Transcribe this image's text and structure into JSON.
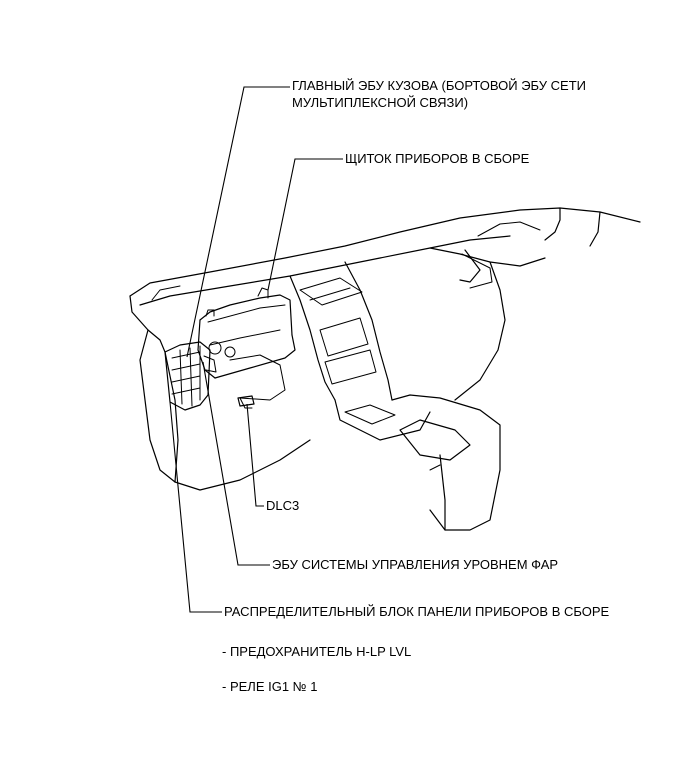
{
  "labels": {
    "body_ecu_line1": "ГЛАВНЫЙ ЭБУ КУЗОВА (БОРТОВОЙ ЭБУ СЕТИ",
    "body_ecu_line2": "МУЛЬТИПЛЕКСНОЙ СВЯЗИ)",
    "combination_meter": "ЩИТОК ПРИБОРОВ В СБОРЕ",
    "dlc3": "DLC3",
    "headlight_ecu": "ЭБУ СИСТЕМЫ УПРАВЛЕНИЯ УРОВНЕМ ФАР",
    "junction_block": "РАСПРЕДЕЛИТЕЛЬНЫЙ БЛОК ПАНЕЛИ ПРИБОРОВ В СБОРЕ",
    "fuse": "- ПРЕДОХРАНИТЕЛЬ H-LP LVL",
    "relay": "- РЕЛЕ IG1 № 1"
  }
}
